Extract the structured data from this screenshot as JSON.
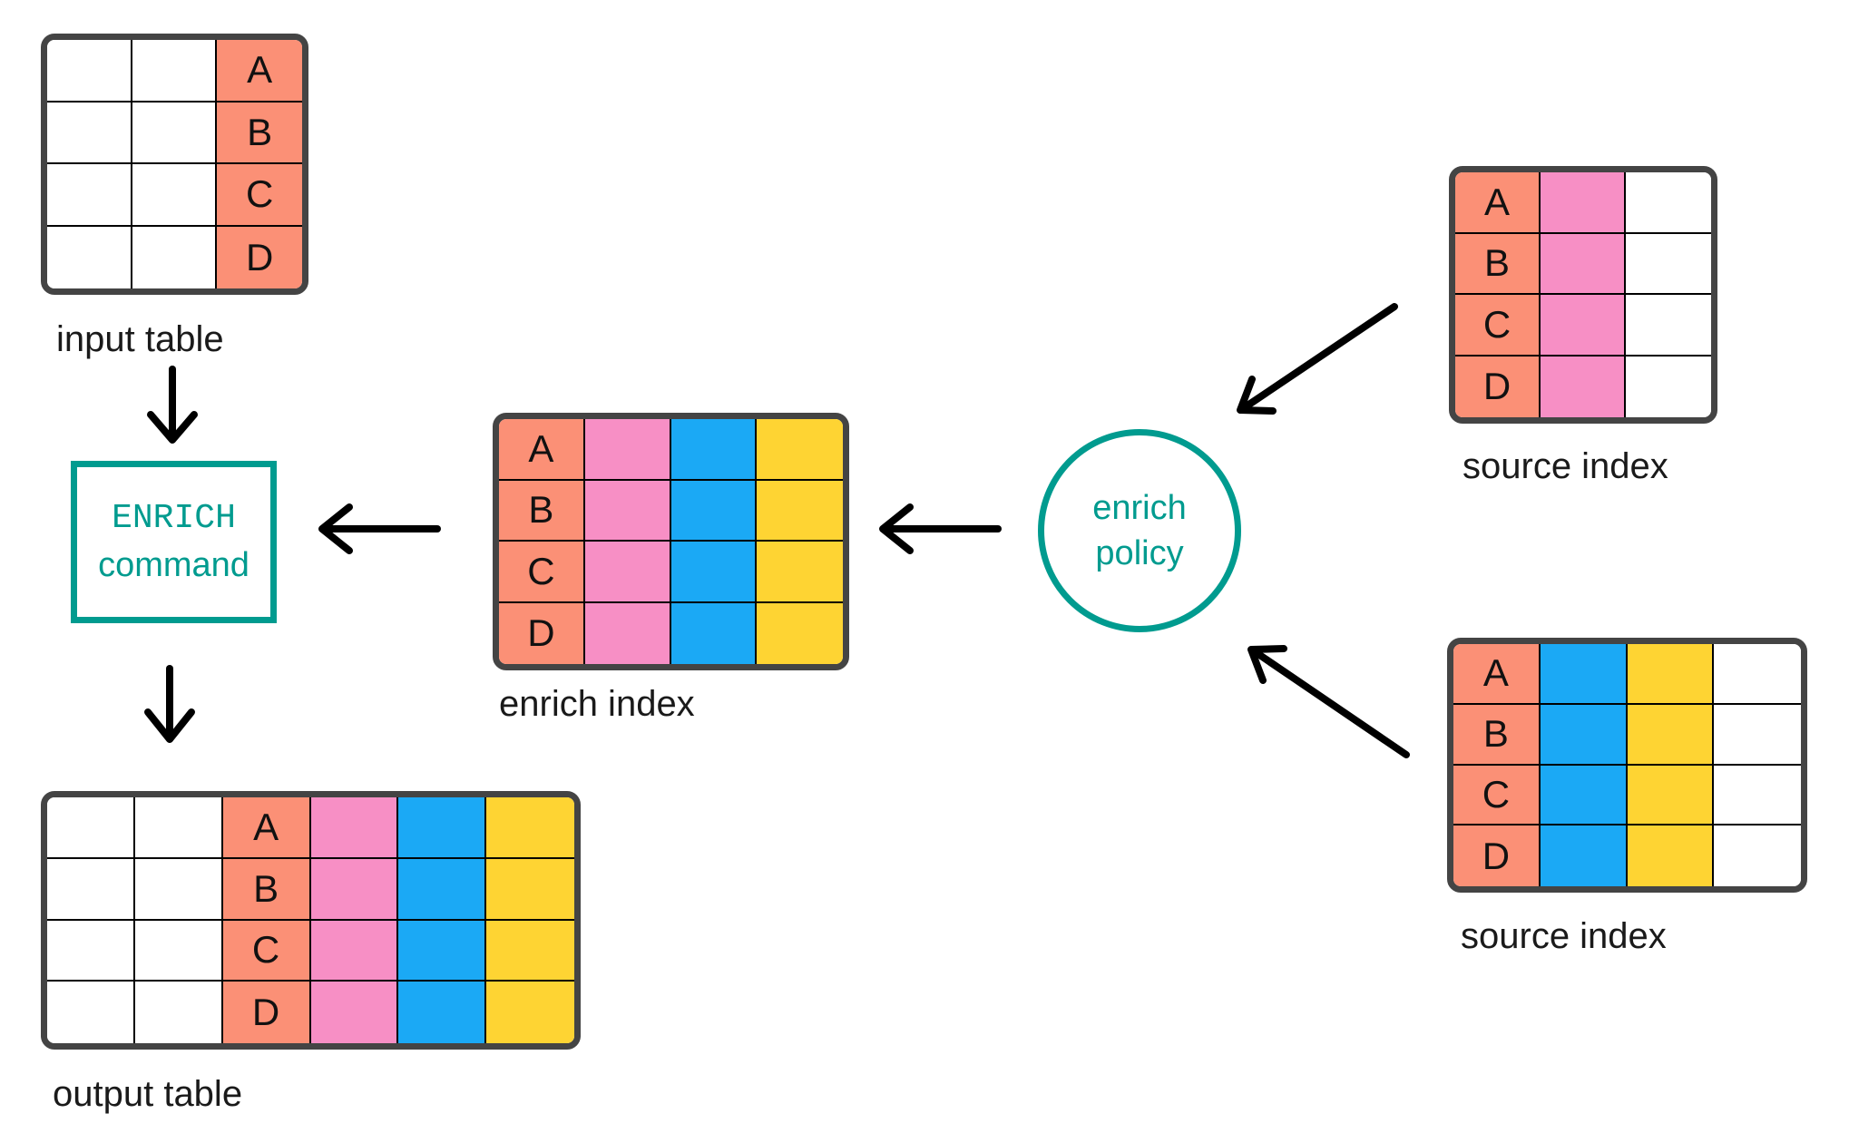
{
  "colors": {
    "white": "#FFFFFF",
    "salmon": "#FB9076",
    "pink": "#F78FC5",
    "blue": "#1BA9F5",
    "yellow": "#FED433",
    "teal": "#009B8F",
    "table_border": "#444444",
    "arrow": "#000000",
    "letter": "#111111"
  },
  "row_letters": [
    "A",
    "B",
    "C",
    "D"
  ],
  "tables": {
    "input": {
      "label": "input table",
      "columns": [
        "white",
        "white",
        "salmon"
      ],
      "letter_col": 2
    },
    "enrich_index": {
      "label": "enrich index",
      "columns": [
        "salmon",
        "pink",
        "blue",
        "yellow"
      ],
      "letter_col": 0
    },
    "source_top": {
      "label": "source index",
      "columns": [
        "salmon",
        "pink",
        "white"
      ],
      "letter_col": 0
    },
    "source_bottom": {
      "label": "source index",
      "columns": [
        "salmon",
        "blue",
        "yellow",
        "white"
      ],
      "letter_col": 0
    },
    "output": {
      "label": "output table",
      "columns": [
        "white",
        "white",
        "salmon",
        "pink",
        "blue",
        "yellow"
      ],
      "letter_col": 2
    }
  },
  "enrich_command": {
    "line1": "ENRICH",
    "line2": "command"
  },
  "enrich_policy": {
    "line1": "enrich",
    "line2": "policy"
  }
}
